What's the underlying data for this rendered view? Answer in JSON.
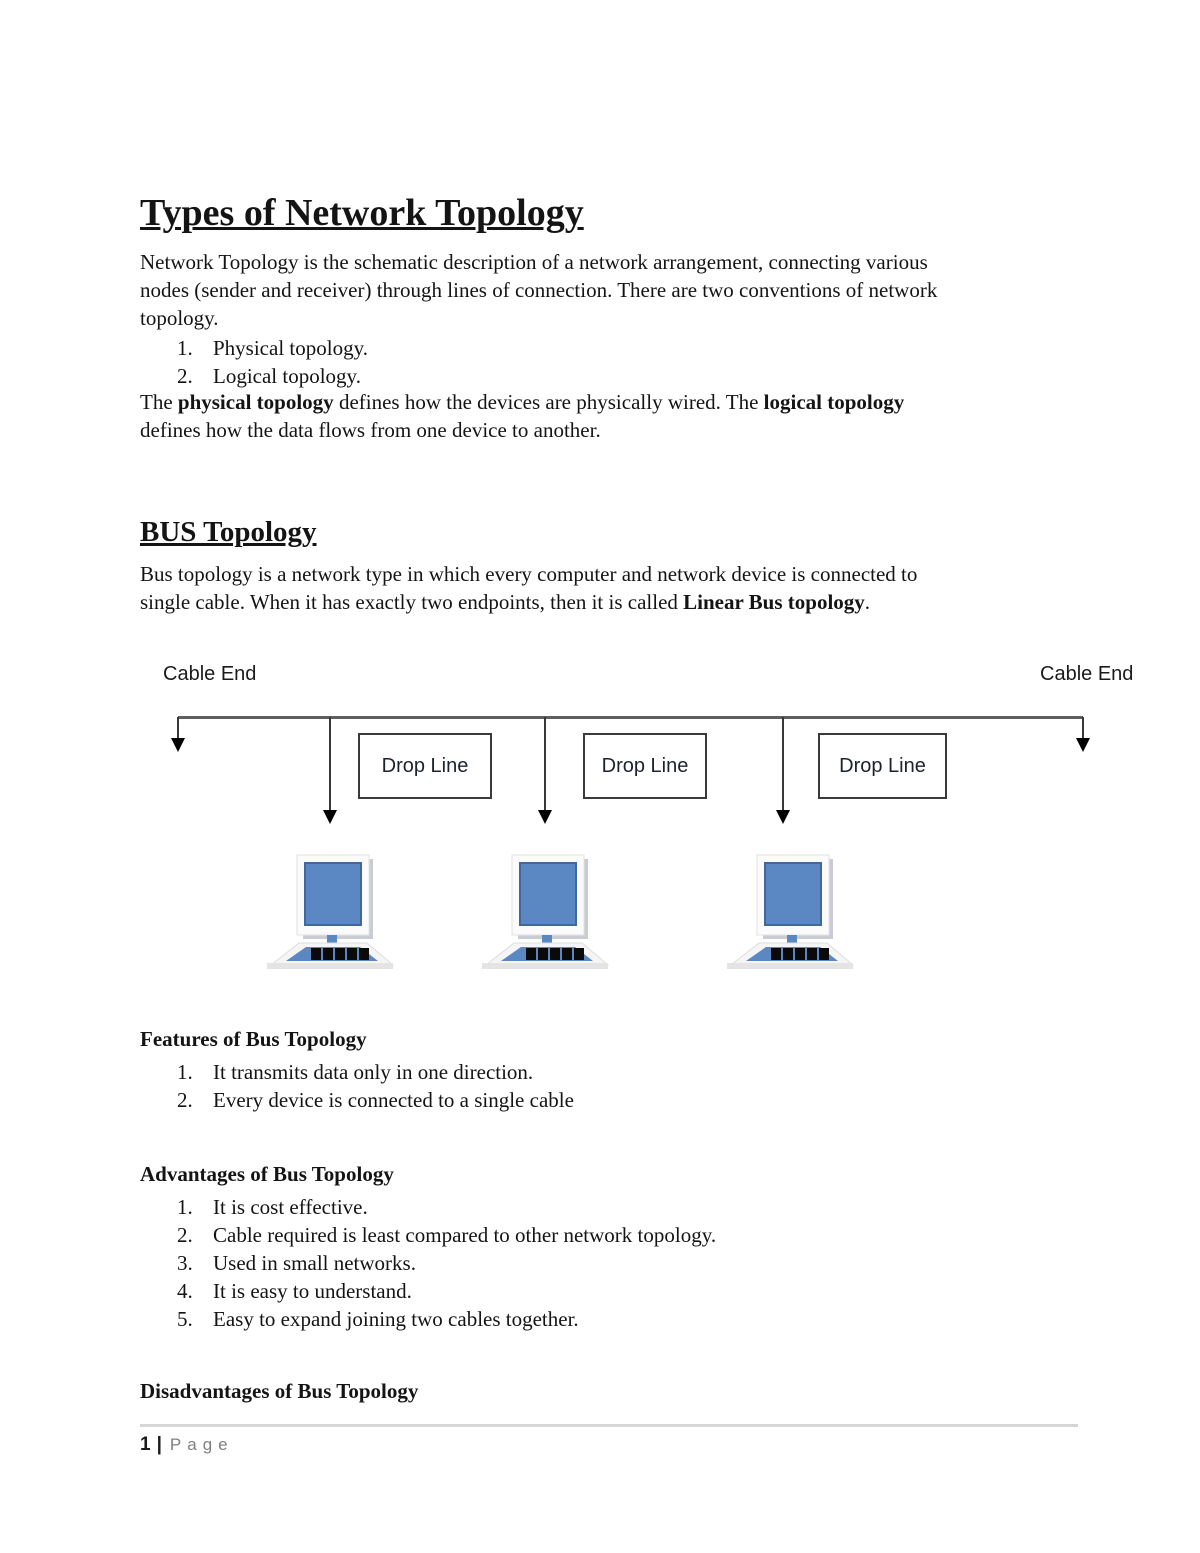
{
  "document": {
    "title": "Types of Network Topology",
    "intro": {
      "lines": [
        [
          {
            "t": "Network Topology is the schematic description of a network arrangement, connecting various"
          }
        ],
        [
          {
            "t": "nodes (sender and receiver) through lines of connection. There are two conventions of network"
          }
        ],
        [
          {
            "t": "topology."
          }
        ]
      ],
      "list": [
        {
          "num": "1.",
          "text": "Physical topology."
        },
        {
          "num": "2.",
          "text": "Logical topology."
        }
      ],
      "lines2": [
        [
          {
            "t": "The "
          },
          {
            "t": "physical topology",
            "b": true
          },
          {
            "t": " defines how the devices are physically wired. The "
          },
          {
            "t": "logical topology",
            "b": true
          }
        ],
        [
          {
            "t": "defines how the data flows from one device to another."
          }
        ]
      ]
    },
    "bus": {
      "heading": "BUS Topology",
      "lines": [
        [
          {
            "t": "Bus topology is a network type in which every computer and network device is connected to"
          }
        ],
        [
          {
            "t": "single cable. When it has exactly two endpoints, then it is called "
          },
          {
            "t": "Linear Bus topology",
            "b": true
          },
          {
            "t": "."
          }
        ]
      ]
    },
    "diagram": {
      "cable_end_left": "Cable End",
      "cable_end_right": "Cable End",
      "drop_lines": [
        "Drop Line",
        "Drop Line",
        "Drop Line"
      ],
      "colors": {
        "computer_blue": "#5b87c3",
        "computer_blue_dark": "#41689c",
        "bus_line_gray": "#5f5f5f"
      }
    },
    "features": {
      "heading": "Features of Bus Topology",
      "items": [
        {
          "num": "1.",
          "text": "It transmits data only in one direction."
        },
        {
          "num": "2.",
          "text": "Every device is connected to a single cable"
        }
      ]
    },
    "advantages": {
      "heading": "Advantages of Bus Topology",
      "items": [
        {
          "num": "1.",
          "text": "It is cost effective."
        },
        {
          "num": "2.",
          "text": "Cable required is least compared to other network topology."
        },
        {
          "num": "3.",
          "text": "Used in small networks."
        },
        {
          "num": "4.",
          "text": "It is easy to understand."
        },
        {
          "num": "5.",
          "text": "Easy to expand joining two cables together."
        }
      ]
    },
    "disadvantages": {
      "heading": "Disadvantages of Bus Topology"
    },
    "footer": {
      "page_number": "1",
      "separator": "|",
      "page_label": "Page"
    }
  }
}
